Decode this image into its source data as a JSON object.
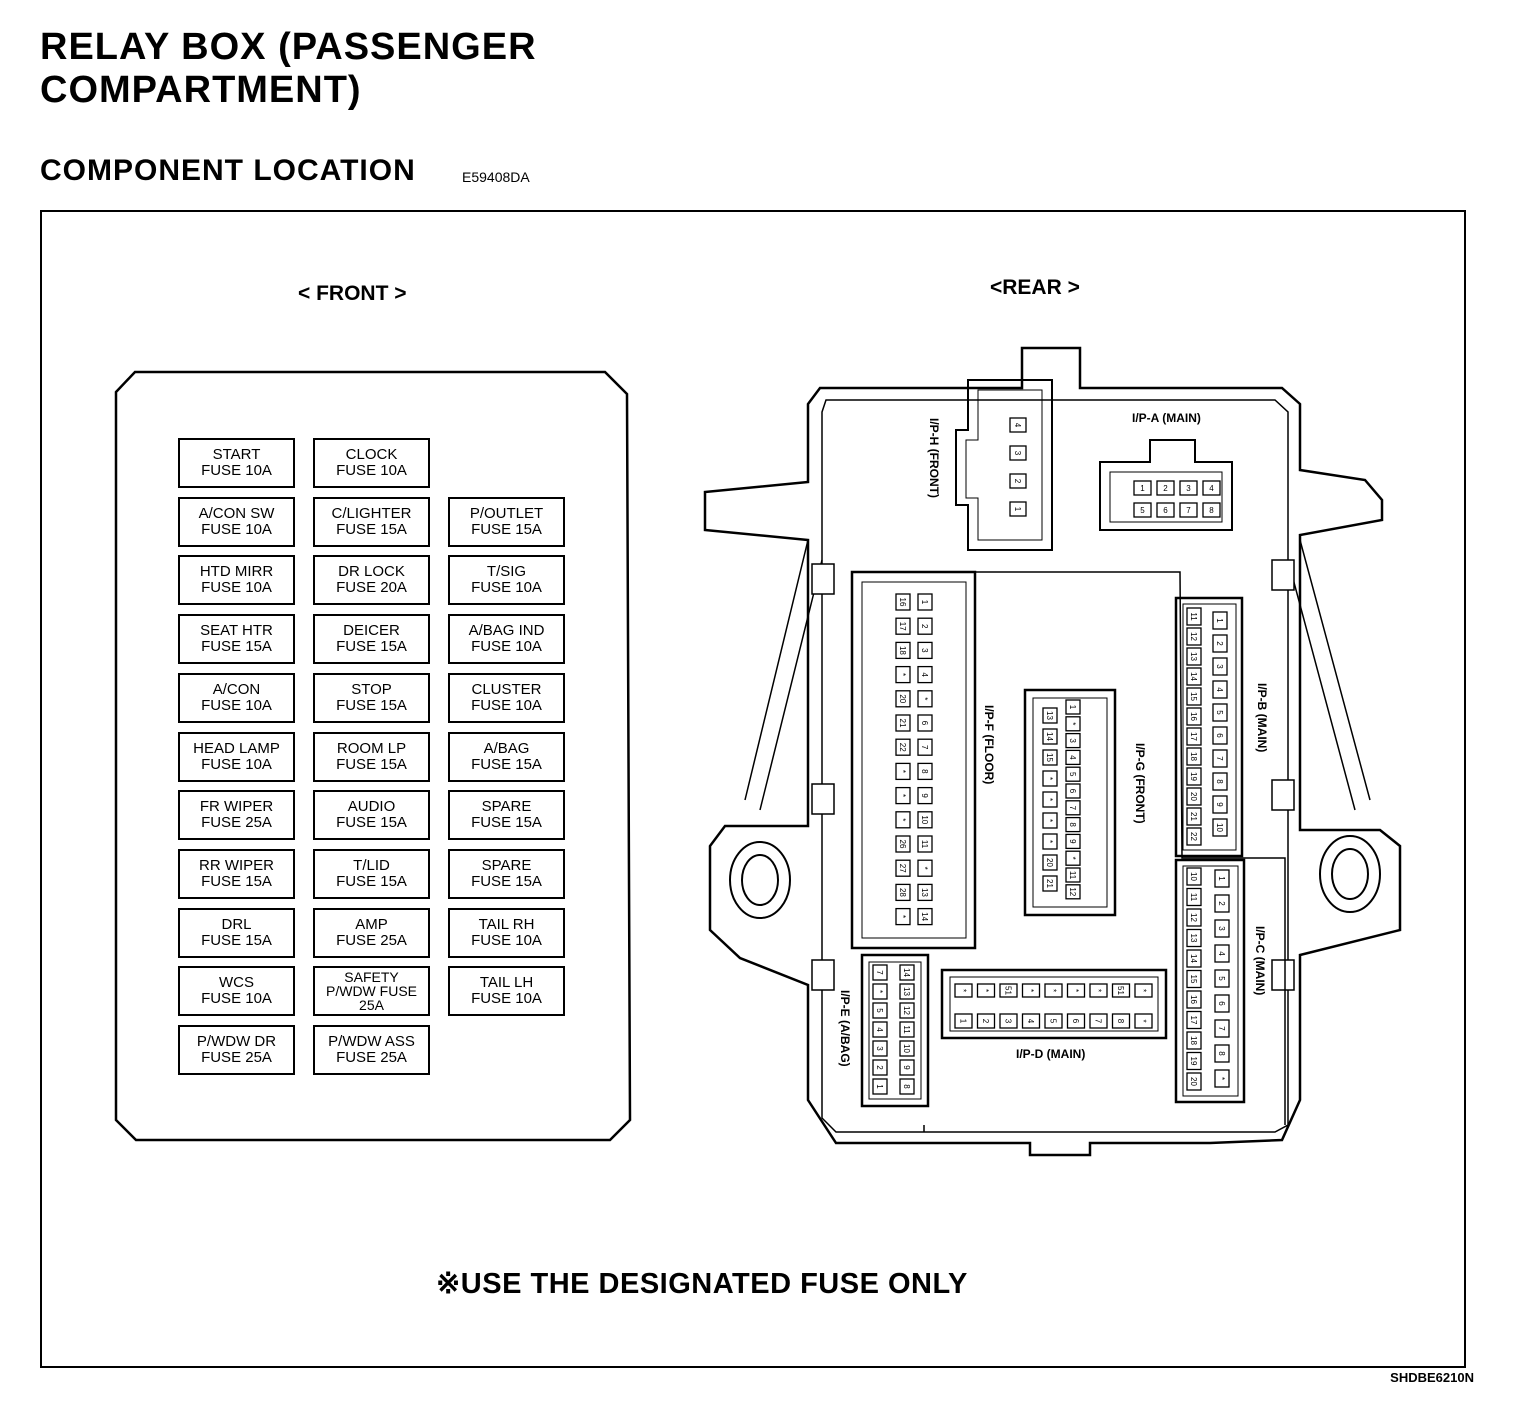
{
  "header": {
    "title_line1": "RELAY BOX (PASSENGER",
    "title_line2": "COMPARTMENT)",
    "subtitle": "COMPONENT LOCATION",
    "code": "E59408DA"
  },
  "front": {
    "label": "< FRONT >",
    "columns": [
      [
        [
          "START",
          "FUSE 10A"
        ],
        [
          "A/CON SW",
          "FUSE 10A"
        ],
        [
          "HTD MIRR",
          "FUSE 10A"
        ],
        [
          "SEAT HTR",
          "FUSE 15A"
        ],
        [
          "A/CON",
          "FUSE 10A"
        ],
        [
          "HEAD LAMP",
          "FUSE 10A"
        ],
        [
          "FR WIPER",
          "FUSE 25A"
        ],
        [
          "RR WIPER",
          "FUSE 15A"
        ],
        [
          "DRL",
          "FUSE 15A"
        ],
        [
          "WCS",
          "FUSE 10A"
        ],
        [
          "P/WDW DR",
          "FUSE 25A"
        ]
      ],
      [
        [
          "CLOCK",
          "FUSE 10A"
        ],
        [
          "C/LIGHTER",
          "FUSE 15A"
        ],
        [
          "DR LOCK",
          "FUSE 20A"
        ],
        [
          "DEICER",
          "FUSE 15A"
        ],
        [
          "STOP",
          "FUSE 15A"
        ],
        [
          "ROOM LP",
          "FUSE 15A"
        ],
        [
          "AUDIO",
          "FUSE 15A"
        ],
        [
          "T/LID",
          "FUSE 15A"
        ],
        [
          "AMP",
          "FUSE 25A"
        ],
        [
          "SAFETY",
          "P/WDW FUSE",
          "25A"
        ],
        [
          "P/WDW ASS",
          "FUSE 25A"
        ]
      ],
      [
        [
          "P/OUTLET",
          "FUSE 15A"
        ],
        [
          "T/SIG",
          "FUSE 10A"
        ],
        [
          "A/BAG IND",
          "FUSE 10A"
        ],
        [
          "CLUSTER",
          "FUSE 10A"
        ],
        [
          "A/BAG",
          "FUSE 15A"
        ],
        [
          "SPARE",
          "FUSE 15A"
        ],
        [
          "SPARE",
          "FUSE 15A"
        ],
        [
          "TAIL RH",
          "FUSE 10A"
        ],
        [
          "TAIL LH",
          "FUSE 10A"
        ]
      ]
    ]
  },
  "rear": {
    "label": "<REAR >",
    "connectors": {
      "ip_h": "I/P-H (FRONT)",
      "ip_a": "I/P-A (MAIN)",
      "ip_f": "I/P-F (FLOOR)",
      "ip_g": "I/P-G (FRONT)",
      "ip_b": "I/P-B (MAIN)",
      "ip_c": "I/P-C (MAIN)",
      "ip_d": "I/P-D (MAIN)",
      "ip_e": "I/P-E (A/BAG)"
    },
    "pins": {
      "ip_h": [
        "4",
        "3",
        "2",
        "1"
      ],
      "ip_a": [
        "1",
        "2",
        "3",
        "4",
        "5",
        "6",
        "7",
        "8"
      ],
      "ip_f_left": [
        "16",
        "17",
        "18",
        "*",
        "20",
        "21",
        "22",
        "*",
        "*",
        "*",
        "26",
        "27",
        "28",
        "*"
      ],
      "ip_f_right": [
        "1",
        "2",
        "3",
        "4",
        "*",
        "6",
        "7",
        "8",
        "9",
        "10",
        "11",
        "*",
        "13",
        "14"
      ],
      "ip_g_left": [
        "13",
        "14",
        "15",
        "*",
        "*",
        "*",
        "*",
        "20",
        "21"
      ],
      "ip_g_right": [
        "1",
        "*",
        "3",
        "4",
        "5",
        "6",
        "7",
        "8",
        "9",
        "*",
        "11",
        "12"
      ],
      "ip_b_left": [
        "11",
        "12",
        "13",
        "14",
        "15",
        "16",
        "17",
        "18",
        "19",
        "20",
        "21",
        "22"
      ],
      "ip_b_right": [
        "1",
        "2",
        "3",
        "4",
        "5",
        "6",
        "7",
        "8",
        "9",
        "10"
      ],
      "ip_c_left": [
        "10",
        "11",
        "12",
        "13",
        "14",
        "15",
        "16",
        "17",
        "18",
        "19",
        "20"
      ],
      "ip_c_right": [
        "1",
        "2",
        "3",
        "4",
        "5",
        "6",
        "7",
        "8",
        "*"
      ],
      "ip_d_top": [
        "*",
        "*",
        "51",
        "*",
        "*",
        "*",
        "*",
        "51",
        "*"
      ],
      "ip_d_bottom": [
        "1",
        "2",
        "3",
        "4",
        "5",
        "6",
        "7",
        "8",
        "*"
      ],
      "ip_e_left": [
        "7",
        "*",
        "5",
        "4",
        "3",
        "2",
        "1"
      ],
      "ip_e_right": [
        "14",
        "13",
        "12",
        "11",
        "10",
        "9",
        "8"
      ]
    }
  },
  "footer_note": "※USE THE DESIGNATED FUSE ONLY",
  "sheet_code": "SHDBE6210N"
}
